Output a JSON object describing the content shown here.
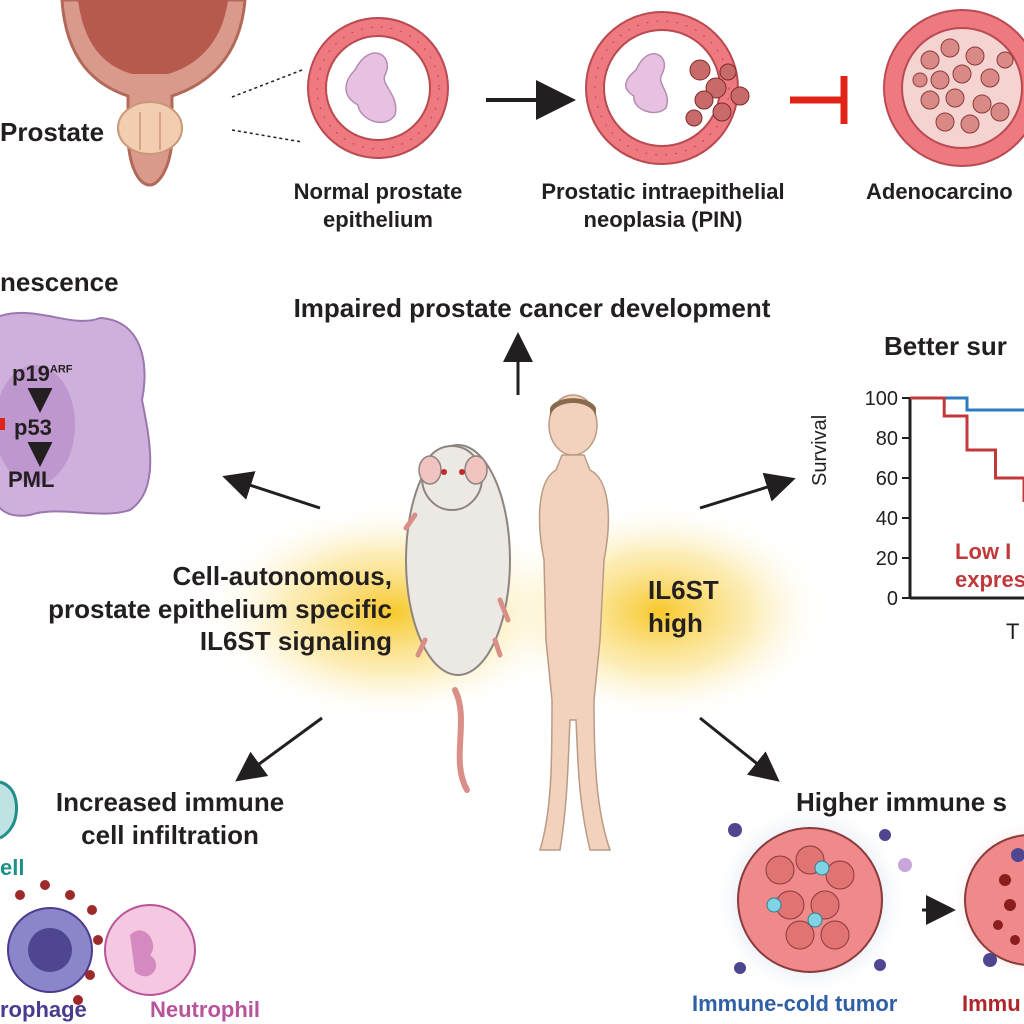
{
  "top": {
    "prostate": "Prostate",
    "normal_line1": "Normal prostate",
    "normal_line2": "epithelium",
    "pin_line1": "Prostatic intraepithelial",
    "pin_line2": "neoplasia (PIN)",
    "adeno": "Adenocarcino"
  },
  "center": {
    "impaired": "Impaired prostate cancer development",
    "cell_auto_line1": "Cell-autonomous,",
    "cell_auto_line2": "prostate epithelium specific",
    "cell_auto_line3": "IL6ST signaling",
    "il6st_line1": "IL6ST",
    "il6st_line2": "high"
  },
  "senescence": {
    "title": "nescence",
    "p19": "p19",
    "p19_sup": "ARF",
    "p53": "p53",
    "pml": "PML"
  },
  "survival": {
    "title": "Better sur",
    "ylabel": "Survival",
    "low_line1": "Low I",
    "low_line2": "expres",
    "xlabel_partial": "T"
  },
  "immune_left": {
    "title_line1": "Increased immune",
    "title_line2": "cell infiltration",
    "tcell_partial": "ell",
    "macrophage_partial": "rophage",
    "neutrophil": "Neutrophil"
  },
  "immune_right": {
    "title": "Higher immune s",
    "cold": "Immune-cold tumor",
    "hot_partial": "Immu"
  },
  "colors": {
    "text": "#231f20",
    "inhibit": "#e2231a",
    "epithelium": "#ee7a7f",
    "glow": "#f7c51e",
    "line_high": "#2f7bbf",
    "line_low": "#c0393b",
    "senescence_cell": "#c9a6d6",
    "neutrophil_text": "#b8559a",
    "macrophage_text": "#4a3b8f",
    "tcell_text": "#1f8f8a",
    "cold_text": "#2f5fa6",
    "hot_text": "#b0252a"
  },
  "chart_data": {
    "type": "line",
    "title": "Better sur",
    "ylabel": "Survival",
    "xlabel": "T",
    "ylim": [
      0,
      100
    ],
    "yticks": [
      "100",
      "80",
      "60",
      "40",
      "20",
      "0"
    ],
    "series": [
      {
        "x": [
          0,
          0.5,
          0.5,
          1.0
        ],
        "y": [
          100,
          100,
          94,
          94
        ]
      },
      {
        "x": [
          0,
          0.3,
          0.3,
          0.5,
          0.5,
          0.75,
          0.75,
          1.0,
          1.0
        ],
        "y": [
          100,
          100,
          91,
          91,
          74,
          74,
          60,
          60,
          48
        ]
      }
    ]
  }
}
